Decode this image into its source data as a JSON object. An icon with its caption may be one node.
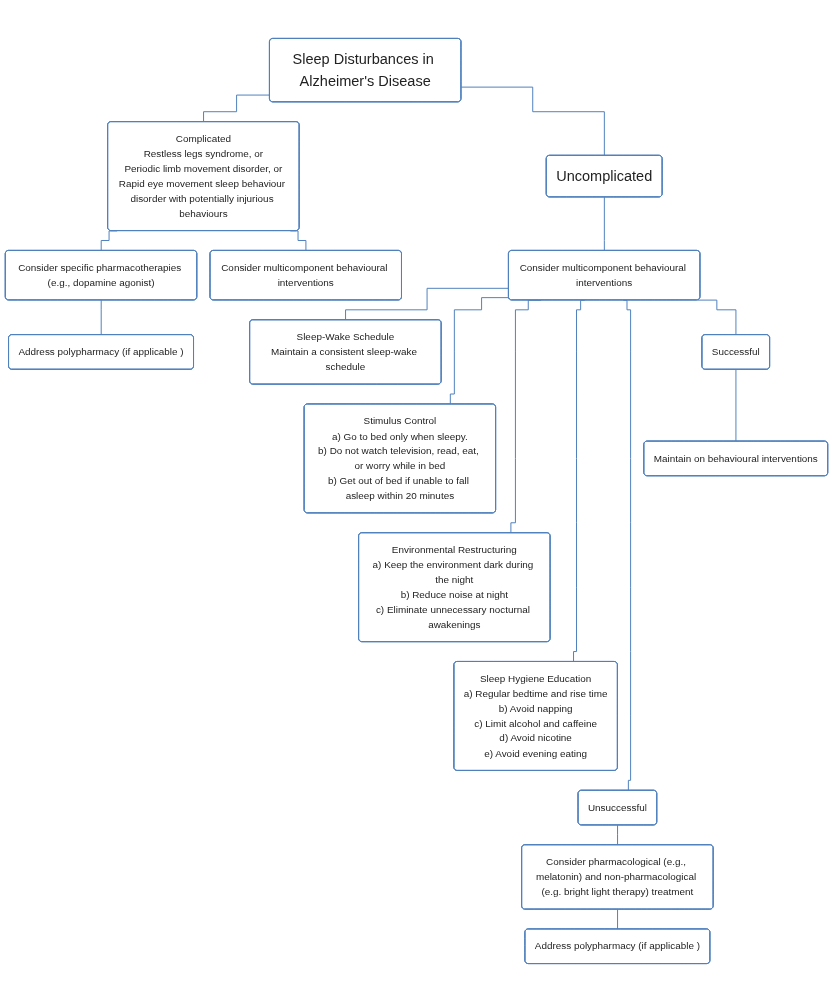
{
  "diagram": {
    "nodes": [
      {
        "text": [
          "Sleep Disturbances in Alzheimer's Disease"
        ]
      },
      {
        "text": [
          "Complicated",
          "Restless legs syndrome, or",
          "Periodic limb movement disorder, or",
          "Rapid eye movement sleep behaviour disorder with potentially injurious behaviours"
        ]
      },
      {
        "text": [
          "Uncomplicated"
        ]
      },
      {
        "text": [
          "Consider multicomponent behavioural interventions"
        ]
      },
      {
        "text": [
          "Consider specific pharmacotherapies (e.g., dopamine agonist)"
        ]
      },
      {
        "text": [
          "Consider multicomponent behavioural interventions"
        ]
      },
      {
        "text": [
          "Address polypharmacy (if applicable )"
        ]
      },
      {
        "text": [
          "Sleep-Wake Schedule",
          "Maintain a consistent sleep-wake schedule"
        ]
      },
      {
        "text": [
          "Stimulus Control",
          "a) Go to bed only when sleepy.",
          "b) Do not watch television, read, eat, or worry while in bed",
          "b) Get out of bed if unable to fall asleep within 20 minutes"
        ]
      },
      {
        "text": [
          "Environmental Restructuring",
          "a) Keep the environment dark during the night",
          "b) Reduce noise at night",
          "c) Eliminate unnecessary nocturnal awakenings"
        ]
      },
      {
        "text": [
          "Sleep Hygiene Education",
          "a) Regular bedtime and rise time",
          "b) Avoid napping",
          "c) Limit alcohol and caffeine",
          "d) Avoid nicotine",
          "e) Avoid evening eating"
        ]
      },
      {
        "text": [
          "Unsuccessful"
        ]
      },
      {
        "text": [
          "Successful"
        ]
      },
      {
        "text": [
          "Consider pharmacological (e.g., melatonin) and non-pharmacological (e.g. bright light therapy) treatment"
        ]
      },
      {
        "text": [
          "Maintain on behavioural interventions"
        ]
      },
      {
        "text": [
          "Address polypharmacy (if applicable )"
        ]
      }
    ],
    "edges": [
      {
        "from": 0,
        "to": 1,
        "arrow": "none"
      },
      {
        "from": 0,
        "to": 2,
        "arrow": "none"
      },
      {
        "from": 1,
        "to": 4,
        "arrow": "none"
      },
      {
        "from": 1,
        "to": 5,
        "arrow": "none"
      },
      {
        "from": 2,
        "to": 3,
        "arrow": "none"
      },
      {
        "from": 4,
        "to": 6,
        "arrow": "none"
      },
      {
        "from": 3,
        "to": 7,
        "arrow": "none"
      },
      {
        "from": 3,
        "to": 8,
        "arrow": "none"
      },
      {
        "from": 3,
        "to": 9,
        "arrow": "none"
      },
      {
        "from": 3,
        "to": 10,
        "arrow": "none"
      },
      {
        "from": 3,
        "to": 11,
        "arrow": "none"
      },
      {
        "from": 3,
        "to": 12,
        "arrow": "none"
      },
      {
        "from": 11,
        "to": 13,
        "arrow": "none"
      },
      {
        "from": 12,
        "to": 14,
        "arrow": "none"
      },
      {
        "from": 13,
        "to": 15,
        "arrow": "none"
      }
    ]
  }
}
